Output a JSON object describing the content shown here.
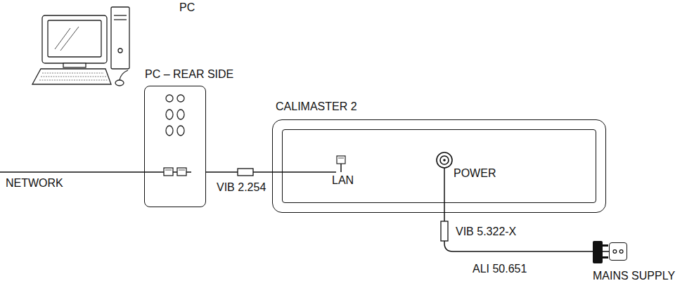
{
  "diagram": {
    "nodes": [
      {
        "text": [
          "PC – REAR SIDE"
        ]
      },
      {
        "text": [
          "CALIMASTER 2"
        ]
      },
      {
        "text": [
          "MAINS SUPPLY"
        ]
      }
    ],
    "edges": [
      {
        "from": 0,
        "to": 1,
        "arrow": "none",
        "label": "VIB 2.254"
      },
      {
        "from": 1,
        "to": 2,
        "arrow": "none",
        "label": "VIB 5.322-X"
      }
    ],
    "labels": [
      "PC",
      "NETWORK",
      "LAN",
      "POWER",
      "ALI 50.651"
    ]
  }
}
